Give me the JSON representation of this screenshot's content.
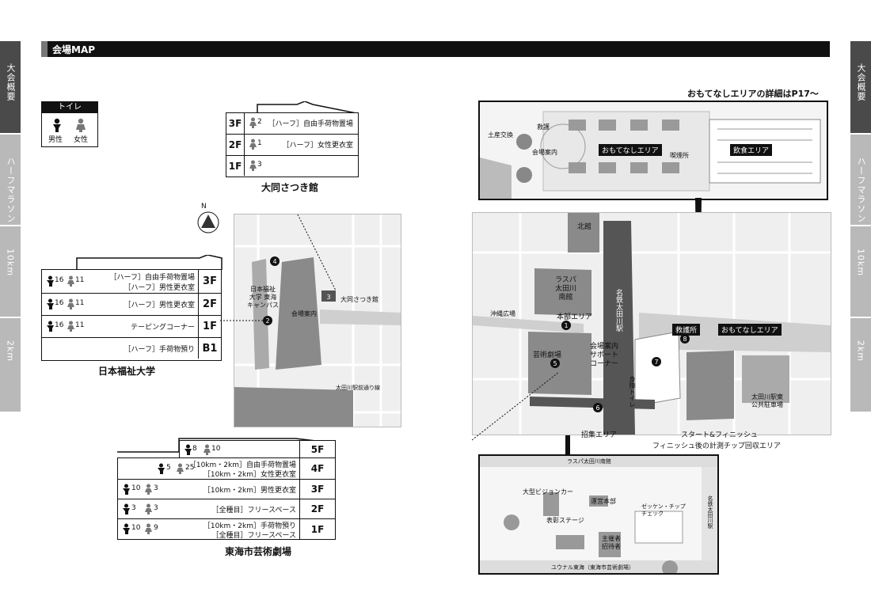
{
  "header": {
    "title": "会場MAP"
  },
  "side_tabs_left": [
    {
      "label": "大会概要",
      "active": true
    },
    {
      "label": "ハーフマラソン",
      "active": false
    },
    {
      "label": "10km",
      "active": false
    },
    {
      "label": "2km",
      "active": false
    }
  ],
  "side_tabs_right": [
    {
      "label": "大会概要",
      "active": true
    },
    {
      "label": "ハーフマラソン",
      "active": false
    },
    {
      "label": "10km",
      "active": false
    },
    {
      "label": "2km",
      "active": false
    }
  ],
  "toilet_legend": {
    "title": "トイレ",
    "male": "男性",
    "female": "女性"
  },
  "colors": {
    "dark": "#111111",
    "building": "#8a8a8a",
    "road": "#d6d6d6",
    "map_bg": "#efefef"
  },
  "daido": {
    "name": "大同さつき館",
    "floors": [
      {
        "floor": "3F",
        "count": "2",
        "desc": "［ハーフ］自由手荷物置場"
      },
      {
        "floor": "2F",
        "count": "1",
        "desc": "［ハーフ］女性更衣室"
      },
      {
        "floor": "1F",
        "count": "3",
        "desc": ""
      }
    ]
  },
  "nfu": {
    "name": "日本福祉大学",
    "floors": [
      {
        "floor": "3F",
        "male": "16",
        "female": "11",
        "desc1": "［ハーフ］自由手荷物置場",
        "desc2": "［ハーフ］男性更衣室"
      },
      {
        "floor": "2F",
        "male": "16",
        "female": "11",
        "desc1": "［ハーフ］男性更衣室",
        "desc2": ""
      },
      {
        "floor": "1F",
        "male": "16",
        "female": "11",
        "desc1": "テーピングコーナー",
        "desc2": ""
      },
      {
        "floor": "B1",
        "male": "",
        "female": "",
        "desc1": "［ハーフ］手荷物預り",
        "desc2": ""
      }
    ]
  },
  "theater": {
    "name": "東海市芸術劇場",
    "floors": [
      {
        "floor": "5F",
        "male": "8",
        "female": "10",
        "desc1": "",
        "desc2": ""
      },
      {
        "floor": "4F",
        "male": "5",
        "female": "25",
        "desc1": "［10km・2km］自由手荷物置場",
        "desc2": "［10km・2km］女性更衣室"
      },
      {
        "floor": "3F",
        "male": "10",
        "female": "3",
        "desc1": "［10km・2km］男性更衣室",
        "desc2": ""
      },
      {
        "floor": "2F",
        "male": "3",
        "female": "3",
        "desc1": "［全種目］フリースペース",
        "desc2": ""
      },
      {
        "floor": "1F",
        "male": "10",
        "female": "9",
        "desc1": "［10km・2km］手荷物預り",
        "desc2": "［全種目］フリースペース"
      }
    ]
  },
  "north": "N",
  "left_map": {
    "campus": "日本福祉\n大学 東海\nキャンパス",
    "venue_info": "会場案内",
    "daido_label": "大同さつき館",
    "road": "太田川駅前通り線",
    "n4": "4",
    "n2": "2",
    "n3": "3"
  },
  "right_map": {
    "kitakan": "北館",
    "lasupa": "ラスパ\n太田川\n南館",
    "okinawa": "沖縄広場",
    "hq": "本部エリア",
    "theater": "芸術劇場",
    "support": "会場案内\nサポート\nコーナー",
    "station": "名鉄太田川駅",
    "first_aid": "救護所",
    "omotenashi": "おもてなしエリア",
    "bus": "太田川駅東\n公共駐車場",
    "toilet_small": "身障トイレ",
    "n1": "1",
    "n5": "5",
    "n6": "6",
    "n7": "7",
    "n8": "8"
  },
  "callouts": {
    "omotenashi_detail": "おもてなしエリアの詳細はP17〜",
    "gathering": "招集エリア",
    "start_finish": "スタート&フィニッシュ",
    "chip_return": "フィニッシュ後の計測チップ回収エリア"
  },
  "top_inset": {
    "area1": "おもてなしエリア",
    "area2": "飲食エリア",
    "first_aid": "救護",
    "local": "土産交換",
    "info": "会場案内",
    "smoke": "喫煙所"
  },
  "bottom_inset": {
    "street_top": "ラスパ太田川南館",
    "vision": "大型ビジョンカー",
    "hq": "運営本部",
    "stage": "表彰ステージ",
    "organizer": "主催者\n招待者",
    "pickup": "ゼッケン・チップ\nチェック",
    "street_bottom": "ユウナル東海（東海市芸術劇場）",
    "right_street": "名鉄太田川駅"
  }
}
